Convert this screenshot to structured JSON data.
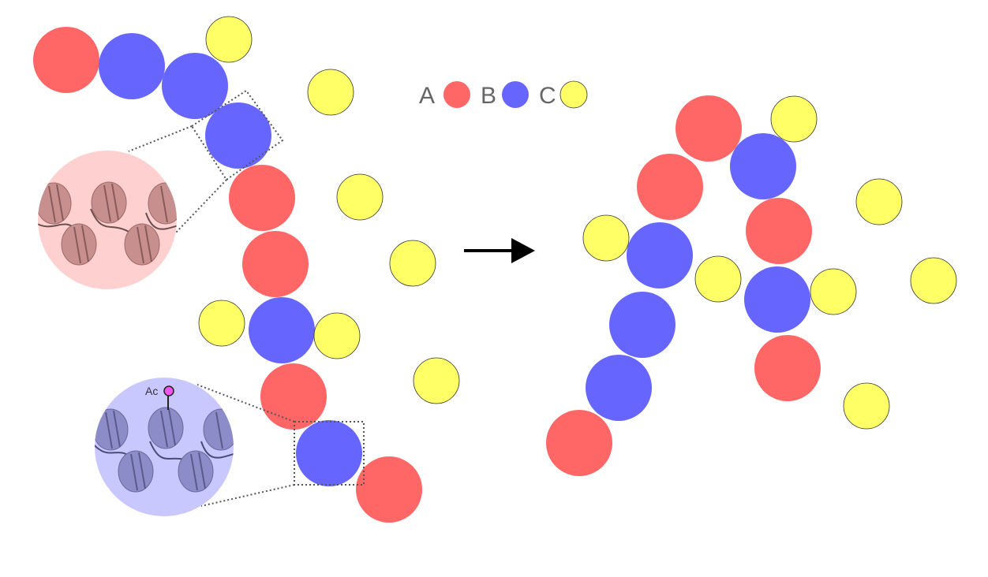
{
  "colors": {
    "A": "#ff6666",
    "B": "#6666ff",
    "C": "#ffff66",
    "nucleosome_pink": "#c88f8f",
    "nucleosome_purple": "#8c8cc8",
    "inset_pink_bg": "#ffd0d0",
    "inset_blue_bg": "#c8c8ff",
    "acetyl": "#ee55ee"
  },
  "legend": {
    "items": [
      {
        "label": "A",
        "type": "A"
      },
      {
        "label": "B",
        "type": "B"
      },
      {
        "label": "C",
        "type": "C"
      }
    ]
  },
  "labels": {
    "acetyl": "Ac"
  },
  "arrow": {
    "icon": "right-arrow-icon"
  }
}
